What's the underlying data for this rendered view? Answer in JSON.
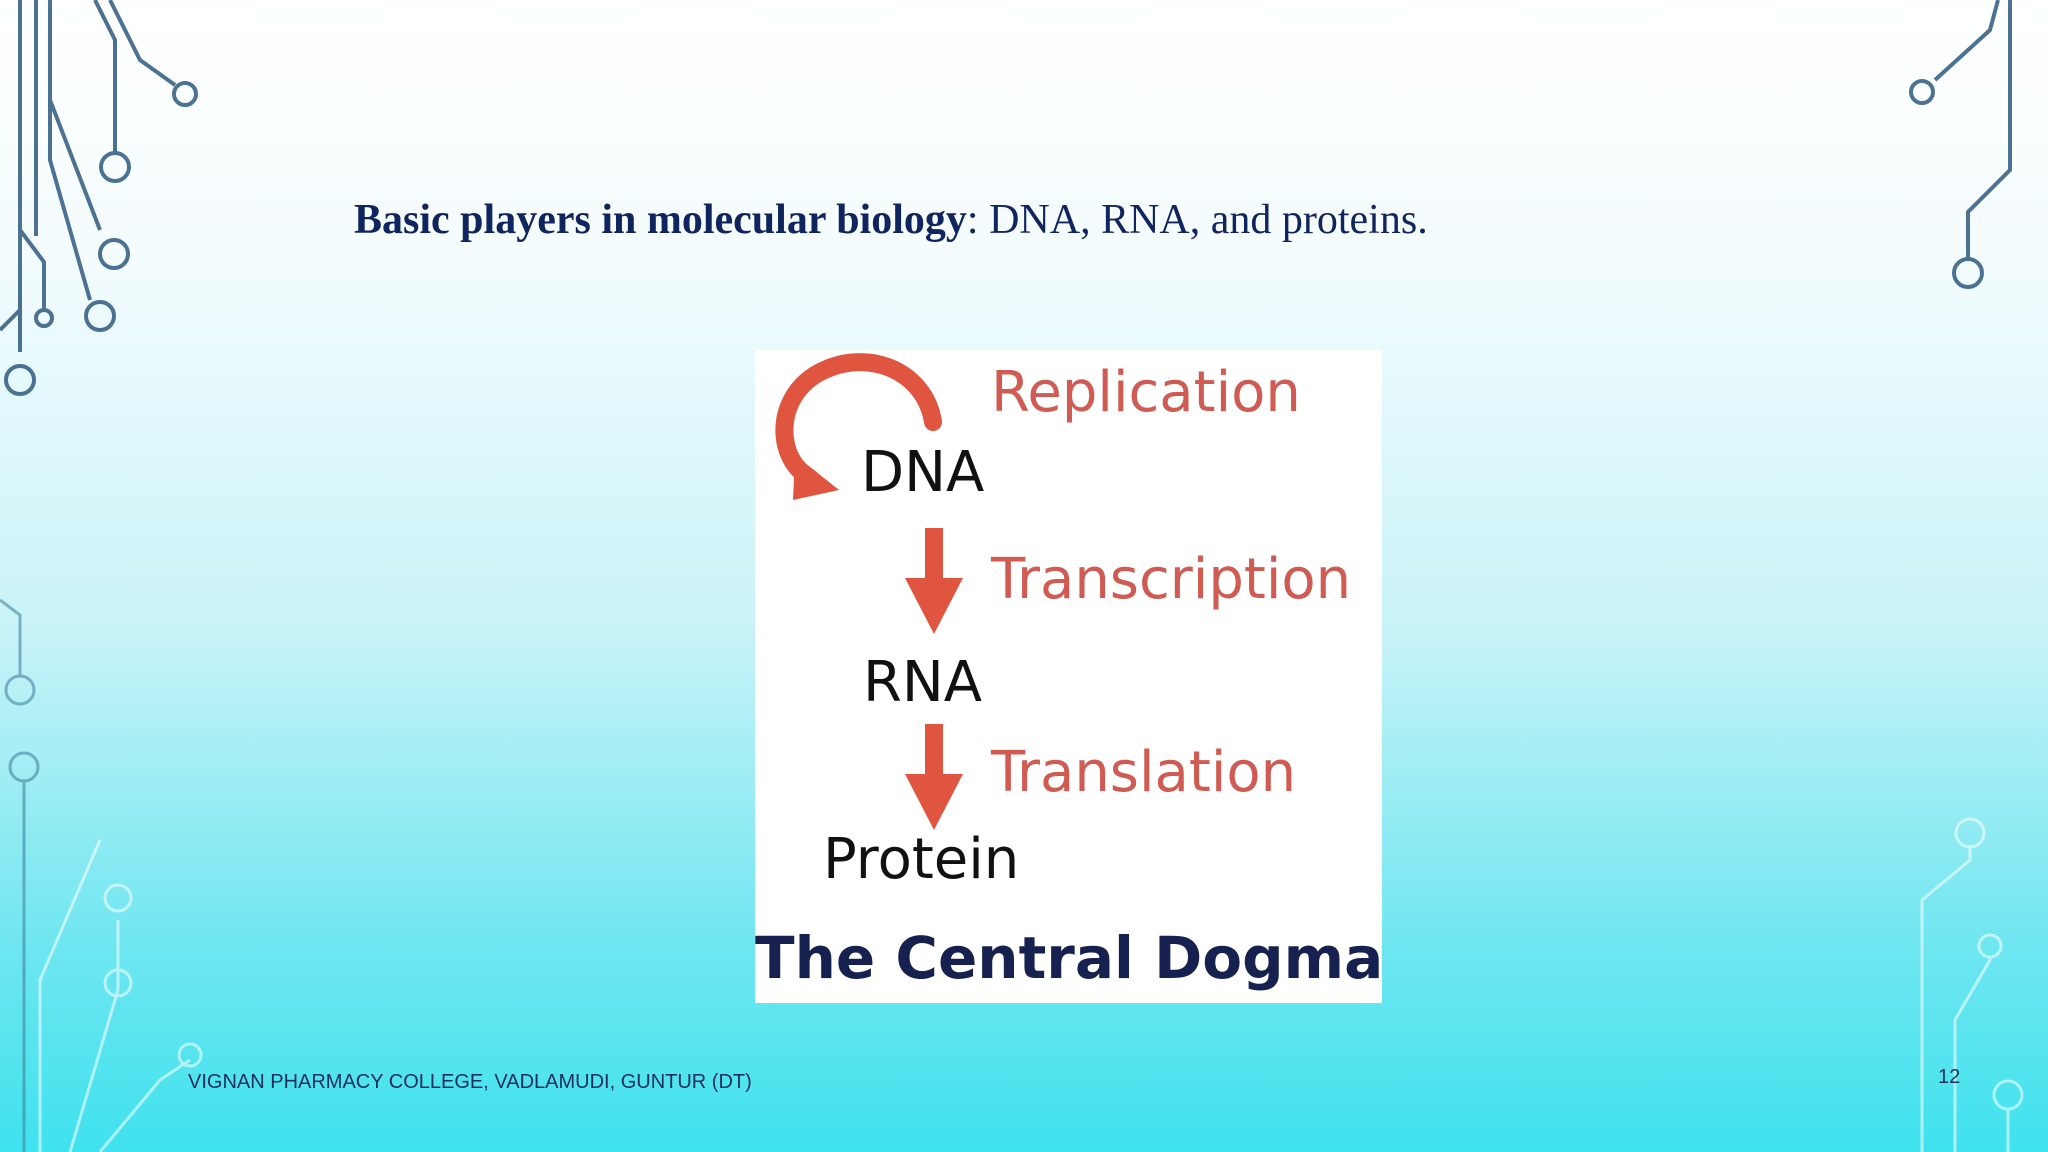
{
  "slide": {
    "title_bold": "Basic players in molecular biology",
    "title_rest": ": DNA, RNA, and  proteins.",
    "footer": "VIGNAN PHARMACY COLLEGE, VADLAMUDI, GUNTUR (DT)",
    "page_number": "12"
  },
  "figure": {
    "replication": "Replication",
    "dna": "DNA",
    "transcription": "Transcription",
    "rna": "RNA",
    "translation": "Translation",
    "protein": "Protein",
    "caption": "The Central Dogma",
    "arrow_color": "#e0553f"
  }
}
